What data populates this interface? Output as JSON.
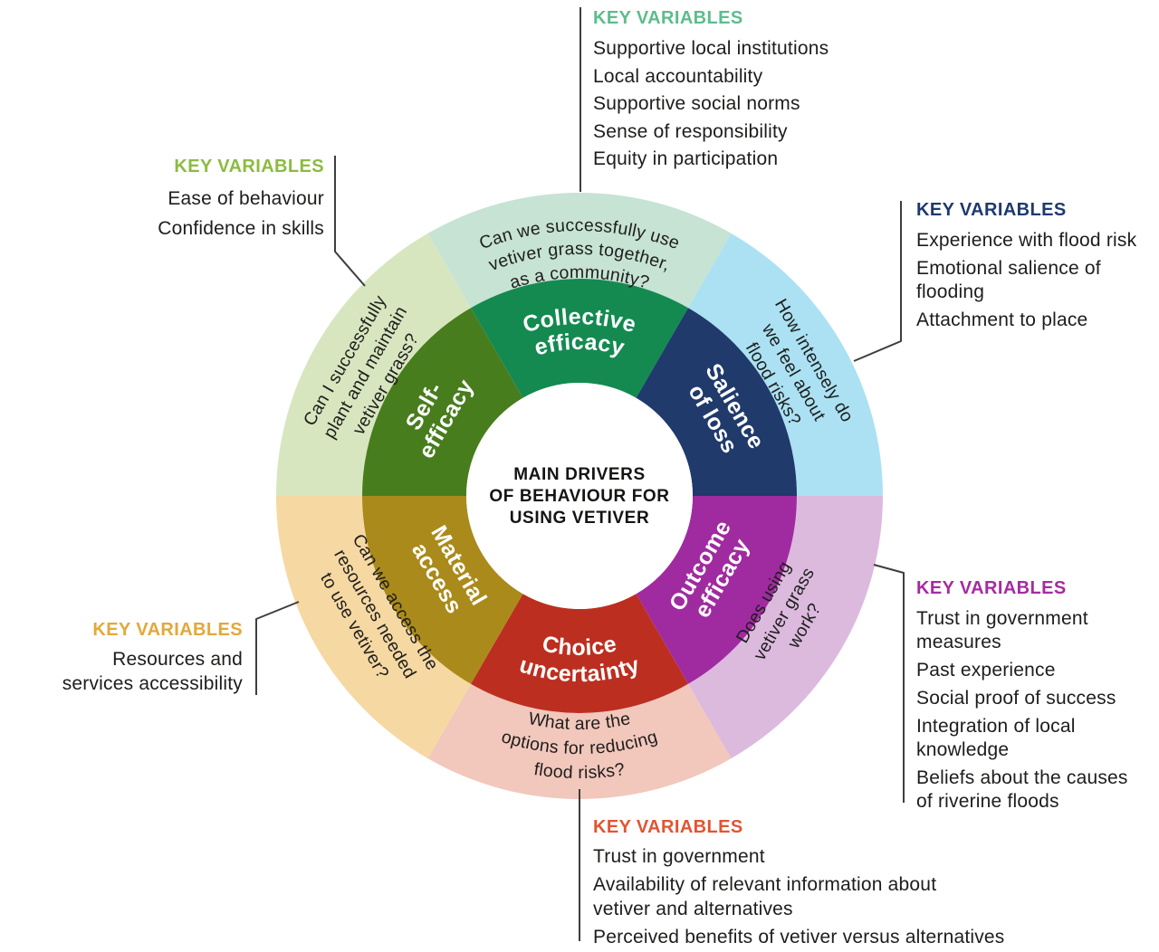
{
  "center": {
    "line1": "MAIN DRIVERS",
    "line2": "OF BEHAVIOUR FOR",
    "line3": "USING VETIVER"
  },
  "segments": [
    {
      "name": "Collective efficacy",
      "label1": "Collective",
      "label2": "efficacy",
      "q1": "Can we successfully use",
      "q2": "vetiver grass together,",
      "q3": "as a community?",
      "color_inner": "#148a51",
      "color_outer": "#c6e3d4",
      "kv": {
        "heading": "KEY VARIABLES",
        "heading_color": "#5cbd8b",
        "items": [
          "Supportive local institutions",
          "Local accountability",
          "Supportive social norms",
          "Sense of responsibility",
          "Equity in participation"
        ]
      }
    },
    {
      "name": "Salience of loss",
      "label1": "Salience",
      "label2": "of loss",
      "q1": "How intensely do",
      "q2": "we feel about",
      "q3": "flood risks?",
      "color_inner": "#1f3a6b",
      "color_outer": "#abe1f3",
      "kv": {
        "heading": "KEY VARIABLES",
        "heading_color": "#1e3a6e",
        "items": [
          "Experience with flood risk",
          "Emotional salience of\nflooding",
          "Attachment to place"
        ]
      }
    },
    {
      "name": "Outcome efficacy",
      "label1": "Outcome",
      "label2": "efficacy",
      "q1": "Does using",
      "q2": "vetiver grass",
      "q3": "work?",
      "color_inner": "#a02ba0",
      "color_outer": "#dcbade",
      "kv": {
        "heading": "KEY VARIABLES",
        "heading_color": "#a62ba0",
        "items": [
          "Trust in government\nmeasures",
          "Past experience",
          "Social proof of success",
          "Integration of local\nknowledge",
          "Beliefs about the causes\nof riverine floods"
        ]
      }
    },
    {
      "name": "Choice uncertainty",
      "label1": "Choice",
      "label2": "uncertainty",
      "q1": "What are the",
      "q2": "options for reducing",
      "q3": "flood risks?",
      "color_inner": "#bc2f20",
      "color_outer": "#f2c7bc",
      "kv": {
        "heading": "KEY VARIABLES",
        "heading_color": "#e25432",
        "items": [
          "Trust in government",
          "Availability of relevant information about\nvetiver and alternatives",
          "Perceived benefits of vetiver versus alternatives"
        ]
      }
    },
    {
      "name": "Material access",
      "label1": "Material",
      "label2": "access",
      "q1": "Can we access the",
      "q2": "resources needed",
      "q3": "to use vetiver?",
      "color_inner": "#aa8a1b",
      "color_outer": "#f6d8a3",
      "kv": {
        "heading": "KEY VARIABLES",
        "heading_color": "#e3a83b",
        "items": [
          "Resources and\nservices accessibility"
        ]
      }
    },
    {
      "name": "Self-efficacy",
      "label1": "Self-",
      "label2": "efficacy",
      "q1": "Can I successfully",
      "q2": "plant and maintain",
      "q3": "vetiver grass?",
      "color_inner": "#487d1e",
      "color_outer": "#d7e6bf",
      "kv": {
        "heading": "KEY VARIABLES",
        "heading_color": "#8cbb41",
        "items": [
          "Ease of behaviour",
          "Confidence in skills"
        ]
      }
    }
  ]
}
